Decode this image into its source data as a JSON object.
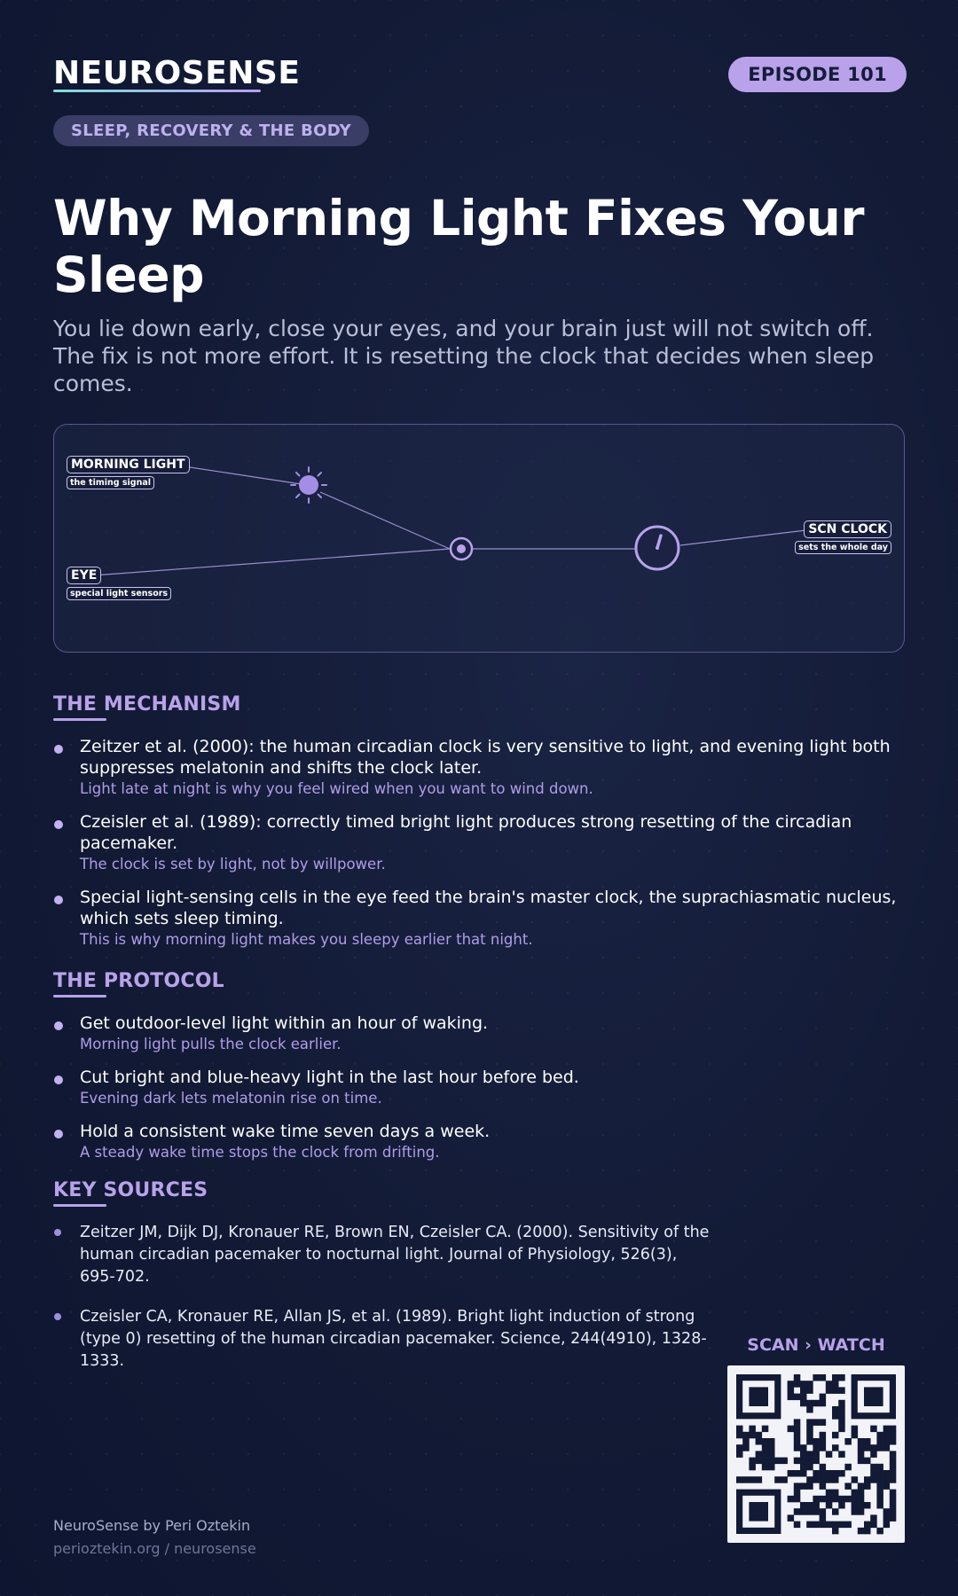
{
  "header": {
    "brand": "NEUROSENSE",
    "episode": "EPISODE 101",
    "category": "SLEEP, RECOVERY & THE BODY"
  },
  "hero": {
    "title": "Why Morning Light Fixes Your Sleep",
    "subtitle": "You lie down early, close your eyes, and your brain just will not switch off. The fix is not more effort. It is resetting the clock that decides when sleep comes."
  },
  "diagram": {
    "nodes": [
      {
        "label": "MORNING LIGHT",
        "sublabel": "the timing signal",
        "icon": "sun-icon"
      },
      {
        "label": "EYE",
        "sublabel": "special light sensors",
        "icon": "eye-icon"
      },
      {
        "label": "SCN CLOCK",
        "sublabel": "sets the whole day",
        "icon": "clock-icon"
      }
    ],
    "accent_color": "#b9a2ea"
  },
  "mechanism": {
    "title": "THE MECHANISM",
    "items": [
      {
        "text": "Zeitzer et al. (2000): the human circadian clock is very sensitive to light, and evening light both suppresses melatonin and shifts the clock later.",
        "note": "Light late at night is why you feel wired when you want to wind down."
      },
      {
        "text": "Czeisler et al. (1989): correctly timed bright light produces strong resetting of the circadian pacemaker.",
        "note": "The clock is set by light, not by willpower."
      },
      {
        "text": "Special light-sensing cells in the eye feed the brain's master clock, the suprachiasmatic nucleus, which sets sleep timing.",
        "note": "This is why morning light makes you sleepy earlier that night."
      }
    ]
  },
  "protocol": {
    "title": "THE PROTOCOL",
    "items": [
      {
        "text": "Get outdoor-level light within an hour of waking.",
        "note": "Morning light pulls the clock earlier."
      },
      {
        "text": "Cut bright and blue-heavy light in the last hour before bed.",
        "note": "Evening dark lets melatonin rise on time."
      },
      {
        "text": "Hold a consistent wake time seven days a week.",
        "note": "A steady wake time stops the clock from drifting."
      }
    ]
  },
  "sources": {
    "title": "KEY SOURCES",
    "items": [
      "Zeitzer JM, Dijk DJ, Kronauer RE, Brown EN, Czeisler CA. (2000). Sensitivity of the human circadian pacemaker to nocturnal light. Journal of Physiology, 526(3), 695-702.",
      "Czeisler CA, Kronauer RE, Allan JS, et al. (1989). Bright light induction of strong (type 0) resetting of the human circadian pacemaker. Science, 244(4910), 1328-1333."
    ]
  },
  "cta": {
    "label": "SCAN › WATCH"
  },
  "footer": {
    "name": "NeuroSense by Peri Oztekin",
    "url": "perioztekin.org / neurosense"
  }
}
